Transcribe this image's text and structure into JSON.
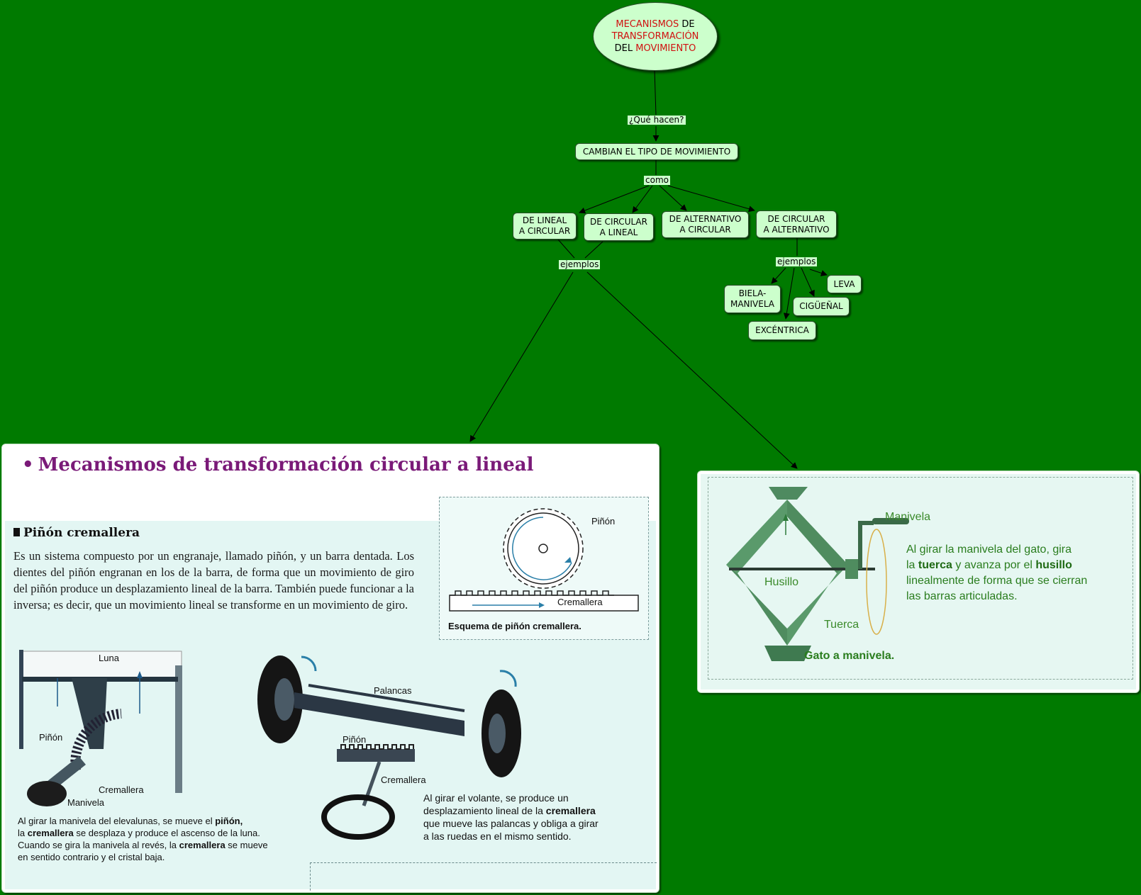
{
  "root": {
    "line1": [
      "MECANISMOS",
      " DE"
    ],
    "line2": "TRANSFORMACIÓN",
    "line3": [
      "DEL ",
      "MOVIMIENTO"
    ]
  },
  "links": {
    "que_hacen": "¿Qué hacen?",
    "como": "como",
    "ejemplos_left": "ejemplos",
    "ejemplos_right": "ejemplos"
  },
  "nodes": {
    "cambian": "CAMBIAN EL TIPO DE MOVIMIENTO",
    "lineal_circular": [
      "DE LINEAL",
      "A CIRCULAR"
    ],
    "circular_lineal": [
      "DE CIRCULAR",
      "A LINEAL"
    ],
    "alternativo_circular": [
      "DE ALTERNATIVO",
      "A CIRCULAR"
    ],
    "circular_alternativo": [
      "DE CIRCULAR",
      "A ALTERNATIVO"
    ],
    "biela": [
      "BIELA-",
      "MANIVELA"
    ],
    "leva": "LEVA",
    "ciguenal": "CIGÜEÑAL",
    "excentrica": "EXCÉNTRICA"
  },
  "panel_left": {
    "title": "Mecanismos de transformación circular a lineal",
    "bullet": "•",
    "section": "Piñón cremallera",
    "paragraph": "Es un sistema compuesto por un engranaje, llamado piñón, y un barra dentada. Los dientes del piñón engranan en los de la barra, de forma que un movimiento de giro del piñón produce un desplazamiento lineal de la barra. También puede funcionar a la inversa; es decir, que un movimiento lineal se transforme en un movimiento de giro.",
    "schema": {
      "pinon": "Piñón",
      "cremallera": "Cremallera",
      "caption": "Esquema de piñón cremallera."
    },
    "window": {
      "luna": "Luna",
      "pinon": "Piñón",
      "cremallera": "Cremallera",
      "manivela": "Manivela",
      "desc1": "Al girar la manivela del elevalunas, se mueve el ",
      "desc1b": "piñón,",
      "desc2": "la ",
      "desc2b": "cremallera",
      "desc2c": " se desplaza y produce el ascenso de la luna.",
      "desc3": "Cuando se gira la manivela al revés, la ",
      "desc3b": "cremallera",
      "desc3c": " se mueve",
      "desc4": "en sentido contrario y el cristal baja."
    },
    "steering": {
      "palancas": "Palancas",
      "pinon": "Piñón",
      "cremallera": "Cremallera",
      "desc1": "Al girar el volante, se produce un",
      "desc2": "desplazamiento lineal de la ",
      "desc2b": "cremallera",
      "desc3": "que mueve las palancas y obliga a girar",
      "desc4": "a las ruedas en el mismo sentido."
    }
  },
  "panel_right": {
    "manivela": "Manivela",
    "husillo": "Husillo",
    "tuerca": "Tuerca",
    "caption": "Gato a manivela.",
    "desc1": "Al girar la manivela del gato, gira",
    "desc2a": "la ",
    "desc2b": "tuerca",
    "desc2c": " y avanza por el ",
    "desc2d": "husillo",
    "desc3": "linealmente de forma que se cierran",
    "desc4": "las barras articuladas."
  }
}
